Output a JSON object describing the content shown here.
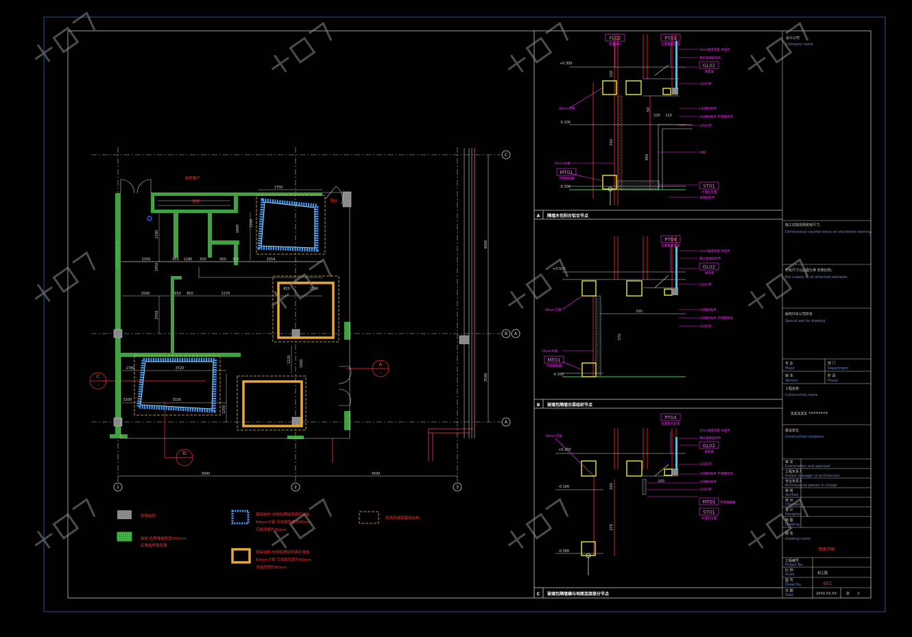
{
  "grid": {
    "c_top": "C",
    "b_mid": "B",
    "a_mid": "A",
    "a_bottom": "A",
    "col1": "1",
    "col2": "2",
    "col3": "3"
  },
  "plan_dims": {
    "total_left": "3000",
    "total_right": "3500",
    "d1750": "1750",
    "d2350": "2350",
    "d950a": "950",
    "d1180": "1180",
    "d500": "500",
    "d950b": "950",
    "d150": "150",
    "d2500": "2500",
    "d650": "650",
    "d850": "850",
    "d1270": "1270",
    "d3354": "3354",
    "d1950": "1950",
    "d2200": "2200",
    "d1600": "1600",
    "d1200": "1200",
    "d2550": "2550",
    "d1220": "1220",
    "d3720": "3720",
    "d3150": "3150",
    "d3100": "3100",
    "d1250": "1250",
    "d1000": "1000",
    "d1780": "1780",
    "v4000": "4000",
    "v3540": "3540",
    "d820": "820",
    "d1590": "1590"
  },
  "callouts": {
    "a_letter": "A",
    "b_letter": "B",
    "c_letter": "C",
    "sheet_ref": "--"
  },
  "plan_labels": {
    "top_red": "厨房餐厅",
    "kitchen": "厨房",
    "balcony": "阳台"
  },
  "legend": {
    "item1": "原墙结构",
    "item2_l1": "新砌  轻质隔墙厚度150mm,",
    "item2_l2": "石膏板饰面双面",
    "item3_l1": "钢架结构  外侧轻质砖饰面石膏板",
    "item3_l2": "80mm方钢  完成面厚度约80mm",
    "item3_l3": "完成厚度约90mm",
    "item4": "现场完成面基础结构",
    "item5_l1": "钢架结构  外侧轻质砖饰面石膏板",
    "item5_l2": "80mm方钢  完成面厚度约80mm",
    "item5_l3": "完成厚度约80mm"
  },
  "detail_a": {
    "tag_fl02": "FL02",
    "tag_pt01": "PT01",
    "tag_gl02": "GL02",
    "tag_mt01": "MT01",
    "tag_st01": "ST01",
    "sub_fl02": "地面材料",
    "sub_pt01": "石膏板乳胶漆",
    "sub_gl02": "清玻璃",
    "sub_mt01": "不锈钢踢脚",
    "sub_st01": "大理石台面",
    "n1": "2mm墙纸饰面 木挂件",
    "n2": "钢化玻璃安装件",
    "n3": "LED灯带",
    "n4": "L形钢材构件",
    "n5": "L形钢材构件  不锈钢装饰",
    "n6": "LED灯带",
    "n7": "木板",
    "n8": "角钢固定件",
    "left1": "80mm方钢",
    "left2": "15mm木板",
    "lev1": "+0.300",
    "lev2": "-0.100",
    "lev3": "-0.300",
    "dim1": "100",
    "dim2": "50",
    "dim3": "200",
    "dim4": "300",
    "dim5": "100",
    "dim6": "110",
    "title": "隔墙木包阳台铝合节点",
    "letter": "A"
  },
  "detail_b": {
    "tag_pt04": "PT04",
    "tag_gl02": "GL02",
    "tag_mt01": "MT01",
    "sub_pt04": "石膏板乳胶漆",
    "sub_gl02": "清玻璃",
    "sub_mt01": "不锈钢踢脚",
    "n1": "2mm墙纸饰面 木挂件",
    "n2": "钢化玻璃安装件",
    "n3": "LED灯带",
    "n4": "L形钢材构件",
    "n5": "L形钢材构件  不锈钢装饰",
    "n6": "LED灯带",
    "left1": "80mm方钢",
    "left2": "15mm木板",
    "lev1": "+0.500",
    "lev2": "-0.100",
    "dim1": "100",
    "dim2": "570",
    "title": "玻璃包隔墙台梁组织节点",
    "letter": "B"
  },
  "detail_c": {
    "tag_pt04": "PT04",
    "tag_gl02": "GL02",
    "tag_mt01": "MT01",
    "tag_st01": "ST01",
    "sub_pt04": "石膏板乳胶漆",
    "sub_gl02": "清玻璃",
    "sub_mt01": "不锈钢踢脚",
    "sub_st01": "大理石台面",
    "n1": "2mm墙纸饰面 木挂件",
    "n2": "钢化玻璃安装件",
    "n3": "LED灯带",
    "n4": "L形钢材构件  不锈钢装饰",
    "n5": "LED灯带",
    "n6": "L形钢材构件",
    "left1": "80mm方钢",
    "lev1": "+0.300",
    "lev2": "-0.100",
    "lev3": "-0.300",
    "dim1": "100",
    "dim2": "500",
    "dim3": "370",
    "title": "玻璃包隔墙横与地面连接部分节点",
    "letter": "C"
  },
  "titleblock": {
    "logo_cn": "设计公司",
    "logo_en": "Company name",
    "note1_cn": "施工前需现场复核尺寸。",
    "note1_en": "Dimensional counter-check on site before starting.",
    "note2_cn": "所有尺寸以此图为准 非按比例。",
    "note2_en": "Not scaled, to all attached elements.",
    "note3_cn": "版权归本公司所有",
    "note3_en": "Special ask for drawing",
    "r1a_cn": "专  业",
    "r1a_en": "Major",
    "r1b_cn": "部  门",
    "r1b_en": "Department",
    "r2a_cn": "版  本",
    "r2a_en": "Version",
    "r2b_cn": "阶  段",
    "r2b_en": "Phase",
    "proj_cn": "工程名称",
    "proj_en": "Construction name",
    "proj_val": "XXXXX  ********",
    "client_cn": "建设单位",
    "client_en": "Construction company",
    "s1_cn": "审  定",
    "s1_en": "Examination and approval",
    "s2_cn": "工程负责人",
    "s2_en": "Project manager of architecture",
    "s3_cn": "专业负责人",
    "s3_en": "Architectural person in charge",
    "s4_cn": "审  核",
    "s4_en": "Verified",
    "s5_cn": "校  对",
    "s5_en": "Checked",
    "s6_cn": "设  计",
    "s6_en": "Designed",
    "s7_cn": "制  图",
    "s7_en": "Drawing",
    "dwg_cn": "图  名",
    "dwg_en": "Drawing name",
    "dwg_val": "墙面详图",
    "no_cn": "工程编号",
    "no_en": "Project No.",
    "scale_cn": "比  例",
    "scale_en": "Scale",
    "scale_val": "如上图",
    "num_cn": "图  号",
    "num_en": "Sheet No.",
    "num_val": "401",
    "date_cn": "日  期",
    "date_en": "Date",
    "date_val": "20XX.XX.XX",
    "page_cn": "张",
    "page_val": "3"
  },
  "colors": {
    "frame": "#1f4a80",
    "wall": "#3fa23f",
    "dim": "#d0d0d0",
    "magenta": "#ff33ff",
    "red": "#ff2a2a",
    "steel_blue": "#38a8ff",
    "steel_orange": "#e9a73a",
    "yellow": "#ffff33"
  }
}
